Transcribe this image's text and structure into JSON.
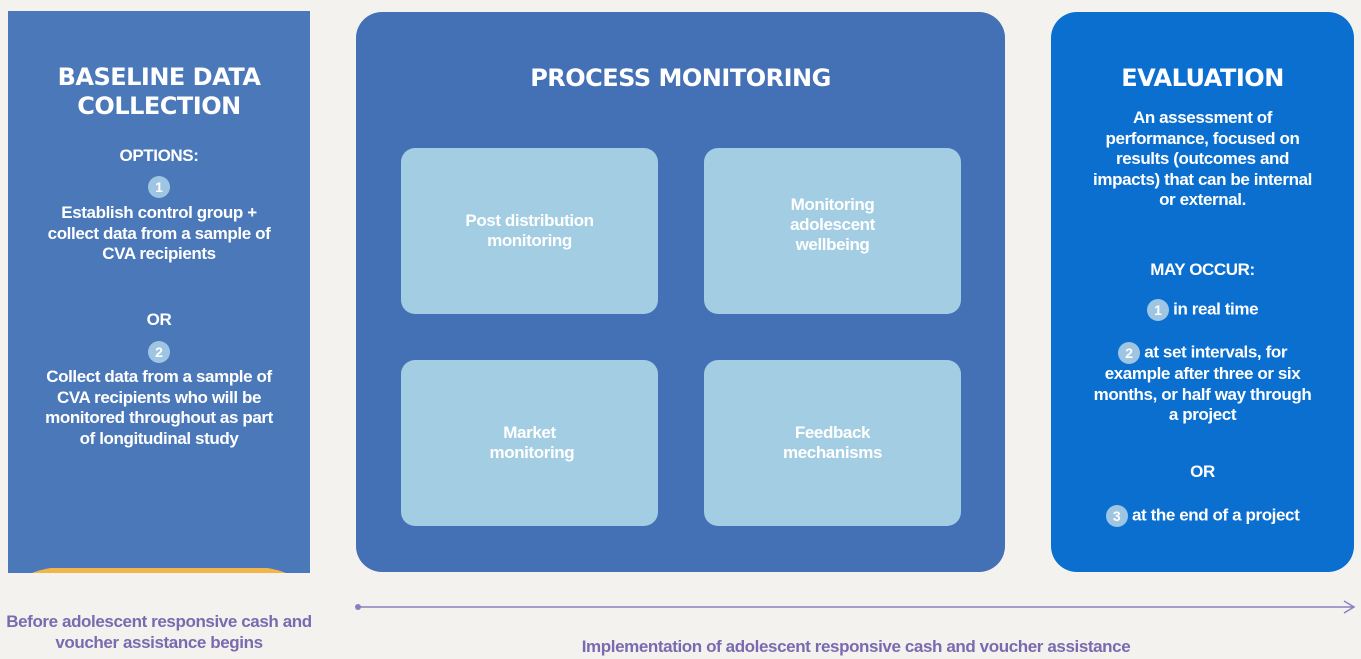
{
  "baseline": {
    "title": "Baseline data collection",
    "options_label": "OPTIONS:",
    "option1_number": "1",
    "option1_text": "Establish control group + collect data from a sample of CVA recipients",
    "or_label": "OR",
    "option2_number": "2",
    "option2_text": "Collect data from a sample of CVA recipients who will be monitored throughout as part of longitudinal study"
  },
  "process": {
    "title": "Process monitoring",
    "boxes": [
      "Post distribution monitoring",
      "Monitoring adolescent wellbeing",
      "Market monitoring",
      "Feedback mechanisms"
    ]
  },
  "evaluation": {
    "title": "Evaluation",
    "description": "An assessment of performance, focused on results (outcomes and impacts) that can be internal or external.",
    "may_occur_label": "MAY OCCUR:",
    "items": [
      {
        "number": "1",
        "text": "in real time"
      },
      {
        "number": "2",
        "text": "at set intervals, for example after three or six months, or half way through a project"
      },
      {
        "number": "3",
        "text": "at the end of a project"
      }
    ],
    "or_label": "OR"
  },
  "captions": {
    "before": "Before adolescent responsive cash and voucher assistance begins",
    "implementation": "Implementation of adolescent responsive cash and voucher assistance"
  },
  "colors": {
    "background": "#f3f2ee",
    "baseline_panel": "#4a78b9",
    "process_panel": "#4470b5",
    "evaluation_panel": "#0b6fd0",
    "box": "#a2cde3",
    "caption": "#7a6ab0",
    "accent": "#f2b54a"
  }
}
